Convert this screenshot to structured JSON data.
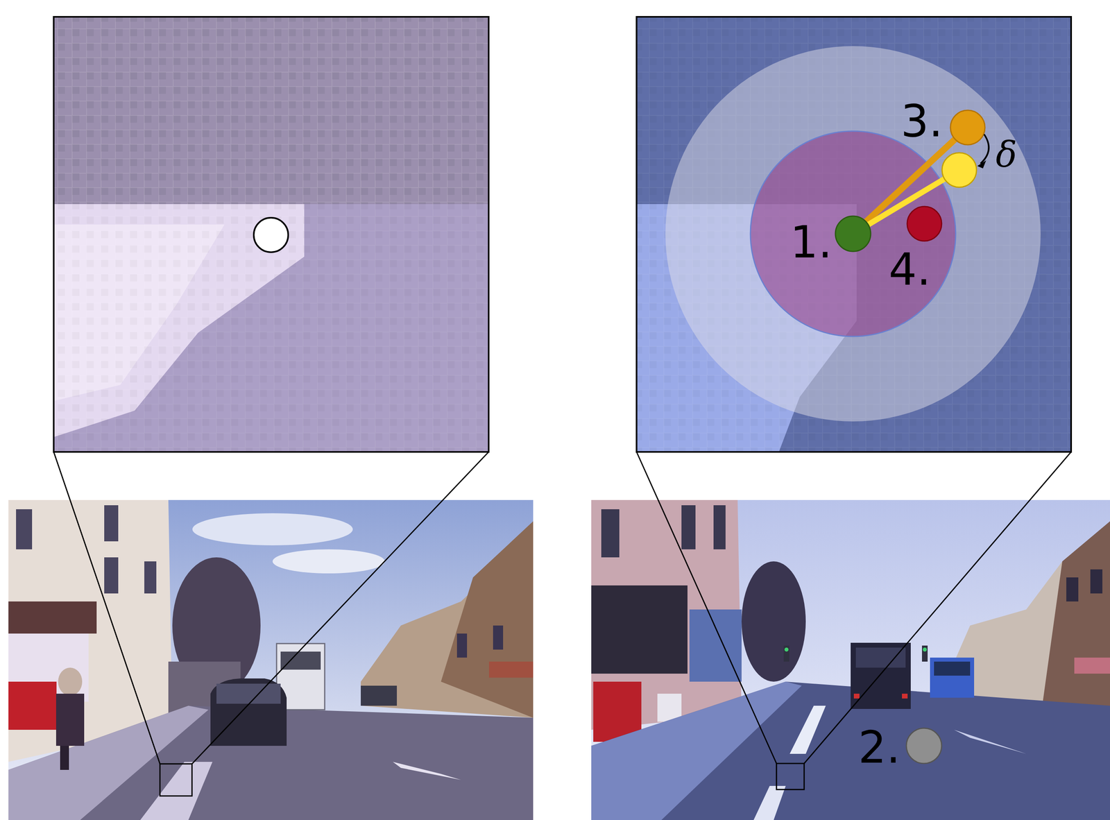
{
  "diagram": {
    "labels": [
      "3.",
      "δ",
      "1.",
      "4.",
      "2."
    ]
  }
}
